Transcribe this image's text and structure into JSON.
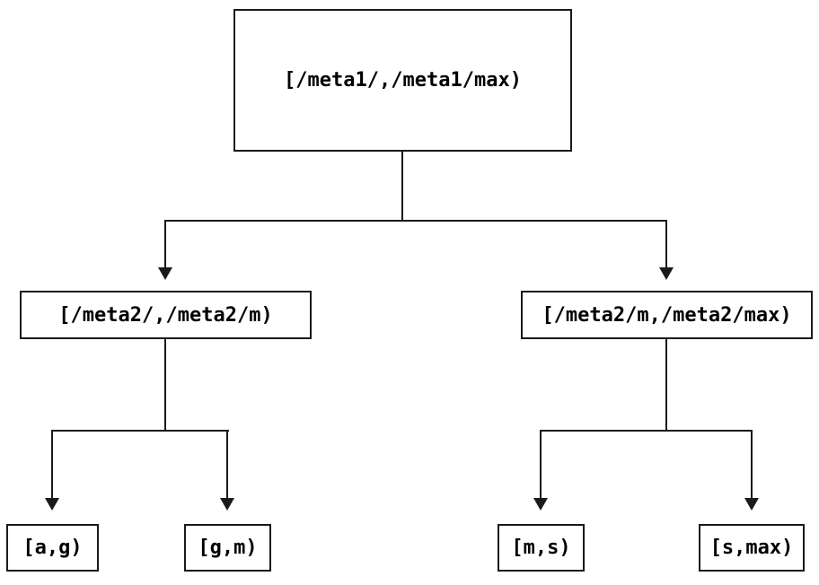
{
  "diagram_title": "interval-partition-tree",
  "colors": {
    "line": "#1a1a1a",
    "background": "#ffffff",
    "text": "#000000"
  },
  "nodes": {
    "root": {
      "label": "[/meta1/,/meta1/max)"
    },
    "meta2_left": {
      "label": "[/meta2/,/meta2/m)"
    },
    "meta2_right": {
      "label": "[/meta2/m,/meta2/max)"
    },
    "leaf_ag": {
      "label": "[a,g)"
    },
    "leaf_gm": {
      "label": "[g,m)"
    },
    "leaf_ms": {
      "label": "[m,s)"
    },
    "leaf_smax": {
      "label": "[s,max)"
    }
  },
  "edges": [
    {
      "from": "root",
      "to": "meta2_left",
      "arrow": "down"
    },
    {
      "from": "root",
      "to": "meta2_right",
      "arrow": "down"
    },
    {
      "from": "meta2_left",
      "to": "leaf_ag",
      "arrow": "down"
    },
    {
      "from": "meta2_left",
      "to": "leaf_gm",
      "arrow": "down"
    },
    {
      "from": "meta2_right",
      "to": "leaf_ms",
      "arrow": "down"
    },
    {
      "from": "meta2_right",
      "to": "leaf_smax",
      "arrow": "down"
    }
  ]
}
